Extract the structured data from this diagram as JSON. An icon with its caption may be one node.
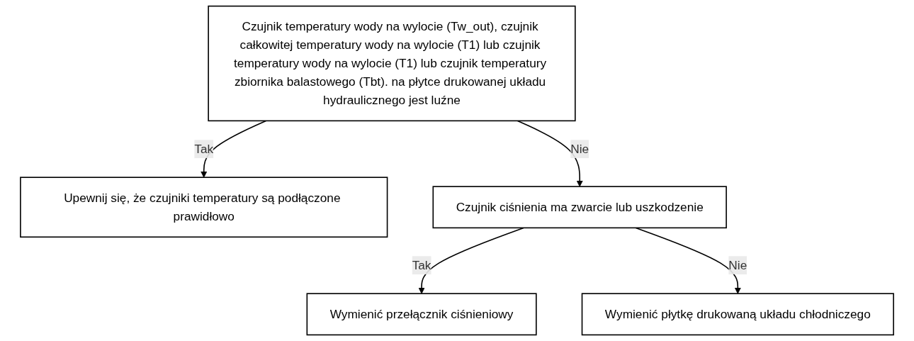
{
  "diagram": {
    "nodes": [
      {
        "text": [
          "Czujnik temperatury wody na wylocie (Tw_out), czujnik całkowitej temperatury wody na wylocie (T1) lub czujnik temperatury wody na wylocie (T1) lub czujnik temperatury zbiornika balastowego (Tbt). na płytce drukowanej układu hydraulicznego jest luźne"
        ]
      },
      {
        "text": [
          "Upewnij się, że czujniki temperatury są podłączone prawidłowo"
        ]
      },
      {
        "text": [
          "Czujnik ciśnienia ma zwarcie lub uszkodzenie"
        ]
      },
      {
        "text": [
          "Wymienić przełącznik ciśnieniowy"
        ]
      },
      {
        "text": [
          "Wymienić płytkę drukowaną układu chłodniczego"
        ]
      }
    ],
    "edges": [
      {
        "from": 0,
        "to": 1,
        "arrow": "to",
        "label": "Tak"
      },
      {
        "from": 0,
        "to": 2,
        "arrow": "to",
        "label": "Nie"
      },
      {
        "from": 2,
        "to": 3,
        "arrow": "to",
        "label": "Tak"
      },
      {
        "from": 2,
        "to": 4,
        "arrow": "to",
        "label": "Nie"
      }
    ]
  }
}
